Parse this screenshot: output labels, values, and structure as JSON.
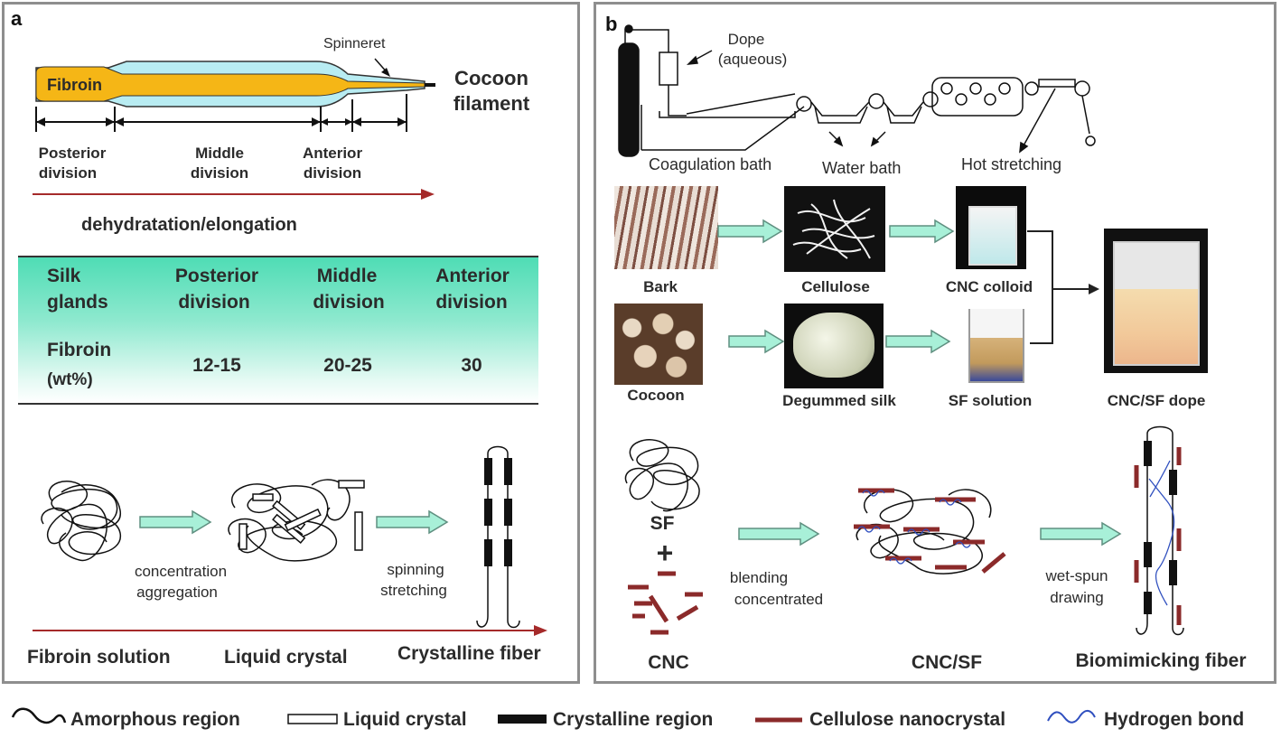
{
  "panel_a": {
    "label": "a",
    "gland": {
      "fibroin": "Fibroin",
      "spinneret": "Spinneret",
      "cocoon_filament": [
        "Cocoon",
        "filament"
      ],
      "posterior": [
        "Posterior",
        "division"
      ],
      "middle": [
        "Middle",
        "division"
      ],
      "anterior": [
        "Anterior",
        "division"
      ],
      "process": "dehydratation/elongation"
    },
    "table": {
      "headers": [
        [
          "Silk",
          "glands"
        ],
        [
          "Posterior",
          "division"
        ],
        [
          "Middle",
          "division"
        ],
        [
          "Anterior",
          "division"
        ]
      ],
      "row_label": [
        "Fibroin",
        "(wt%)"
      ],
      "values": [
        "12-15",
        "20-25",
        "30"
      ]
    },
    "flow": {
      "step1_label": [
        "concentration",
        "aggregation"
      ],
      "step2_label": [
        "spinning",
        "stretching"
      ],
      "stages": [
        "Fibroin solution",
        "Liquid crystal",
        "Crystalline fiber"
      ]
    }
  },
  "panel_b": {
    "label": "b",
    "apparatus": {
      "dope": [
        "Dope",
        "(aqueous)"
      ],
      "coagulation": "Coagulation bath",
      "water": "Water bath",
      "hot": "Hot stretching"
    },
    "photos": {
      "bark": "Bark",
      "cellulose": "Cellulose",
      "cnc_colloid": "CNC colloid",
      "cocoon": "Cocoon",
      "degummed": "Degummed silk",
      "sf_solution": "SF solution",
      "dope": "CNC/SF dope"
    },
    "mechanism": {
      "sf": "SF",
      "plus": "+",
      "cnc": "CNC",
      "step1": [
        "blending",
        "concentrated"
      ],
      "blend": "CNC/SF",
      "step2": [
        "wet-spun",
        "drawing"
      ],
      "fiber": "Biomimicking fiber"
    }
  },
  "legend": {
    "items": [
      "Amorphous region",
      "Liquid crystal",
      "Crystalline region",
      "Cellulose nanocrystal",
      "Hydrogen bond"
    ]
  },
  "colors": {
    "frame": "#8e8e8e",
    "arrow_fill": "#a8f0d8",
    "arrow_stroke": "#5f8f80",
    "gland_core": "#f5b616",
    "gland_sheath": "#b8ecf2",
    "timeline": "#a52a2a",
    "cnc_red": "#8b2a2a",
    "hbond_blue": "#2f4fbf"
  }
}
